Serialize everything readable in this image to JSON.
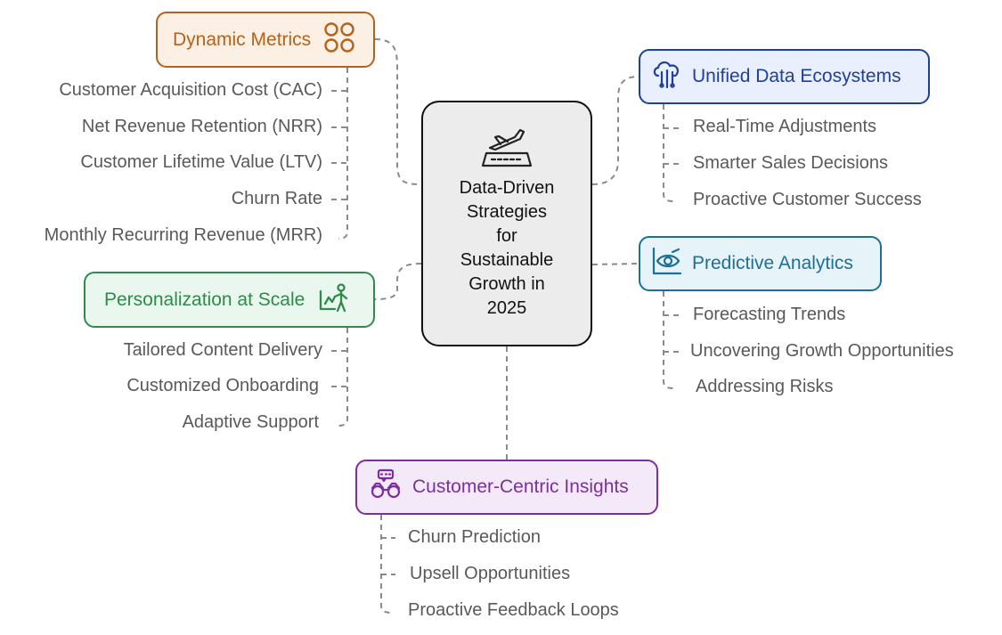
{
  "center": {
    "title": "Data-Driven\nStrategies\nfor\nSustainable\nGrowth in\n2025",
    "icon": "airplane-landing-icon"
  },
  "branches": {
    "dynamic_metrics": {
      "label": "Dynamic Metrics",
      "icon": "four-circles-icon",
      "color": "#b5621b",
      "fill": "#fcefe3",
      "items": [
        "Customer Acquisition Cost (CAC)",
        "Net Revenue Retention (NRR)",
        "Customer Lifetime Value (LTV)",
        "Churn Rate",
        "Monthly Recurring Revenue (MRR)"
      ]
    },
    "personalization": {
      "label": "Personalization at Scale",
      "icon": "person-chart-icon",
      "color": "#2e8b4a",
      "fill": "#eaf7ee",
      "items": [
        "Tailored Content Delivery",
        "Customized Onboarding",
        "Adaptive Support"
      ]
    },
    "unified_data": {
      "label": "Unified Data Ecosystems",
      "icon": "cloud-network-icon",
      "color": "#1f3f9e",
      "fill": "#e9effc",
      "items": [
        "Real-Time Adjustments",
        "Smarter Sales Decisions",
        "Proactive Customer Success"
      ]
    },
    "predictive": {
      "label": "Predictive Analytics",
      "icon": "eye-chart-icon",
      "color": "#1c6f96",
      "fill": "#e6f4fa",
      "items": [
        "Forecasting Trends",
        "Uncovering Growth Opportunities",
        "Addressing Risks"
      ]
    },
    "customer_centric": {
      "label": "Customer-Centric Insights",
      "icon": "people-chat-icon",
      "color": "#7b2f9e",
      "fill": "#f4e9f9",
      "items": [
        "Churn Prediction",
        "Upsell Opportunities",
        "Proactive Feedback Loops"
      ]
    }
  }
}
